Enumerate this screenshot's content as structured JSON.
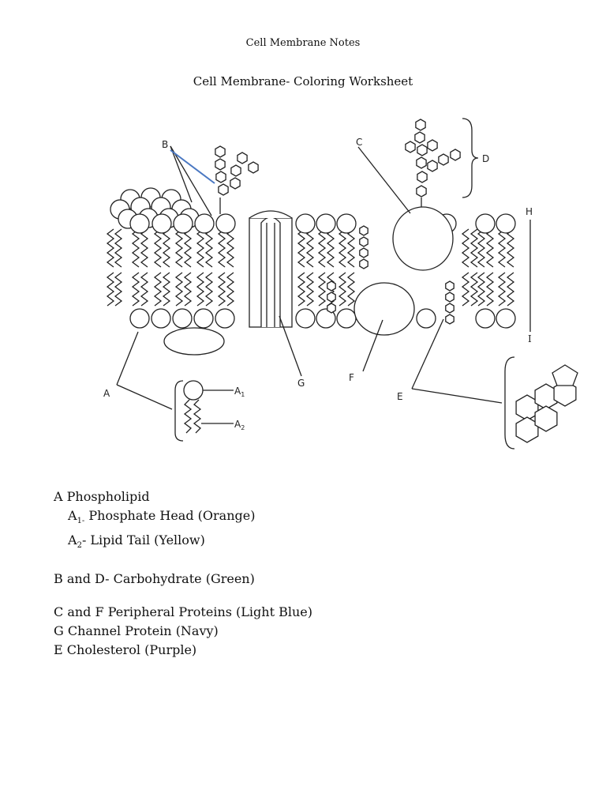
{
  "header": {
    "text": "Cell Membrane Notes"
  },
  "title": {
    "text": "Cell Membrane- Coloring Worksheet"
  },
  "diagram": {
    "labels": {
      "A": "A",
      "A1": "A",
      "A1_sub": "1",
      "A2": "A",
      "A2_sub": "2",
      "B": "B",
      "C": "C",
      "D": "D",
      "E": "E",
      "F": "F",
      "G": "G",
      "H": "H",
      "I": "I"
    }
  },
  "key": {
    "a_title": "A Phospholipid",
    "a1_prefix": "A",
    "a1_sub": "1-",
    "a1_text": " Phosphate Head (Orange)",
    "a2_prefix": "A",
    "a2_sub": "2",
    "a2_text": "- Lipid Tail (Yellow)",
    "b_d": "B and D- Carbohydrate (Green)",
    "c_f": "C and F Peripheral Proteins (Light Blue)",
    "g": "G Channel Protein (Navy)",
    "e": "E Cholesterol (Purple)"
  }
}
